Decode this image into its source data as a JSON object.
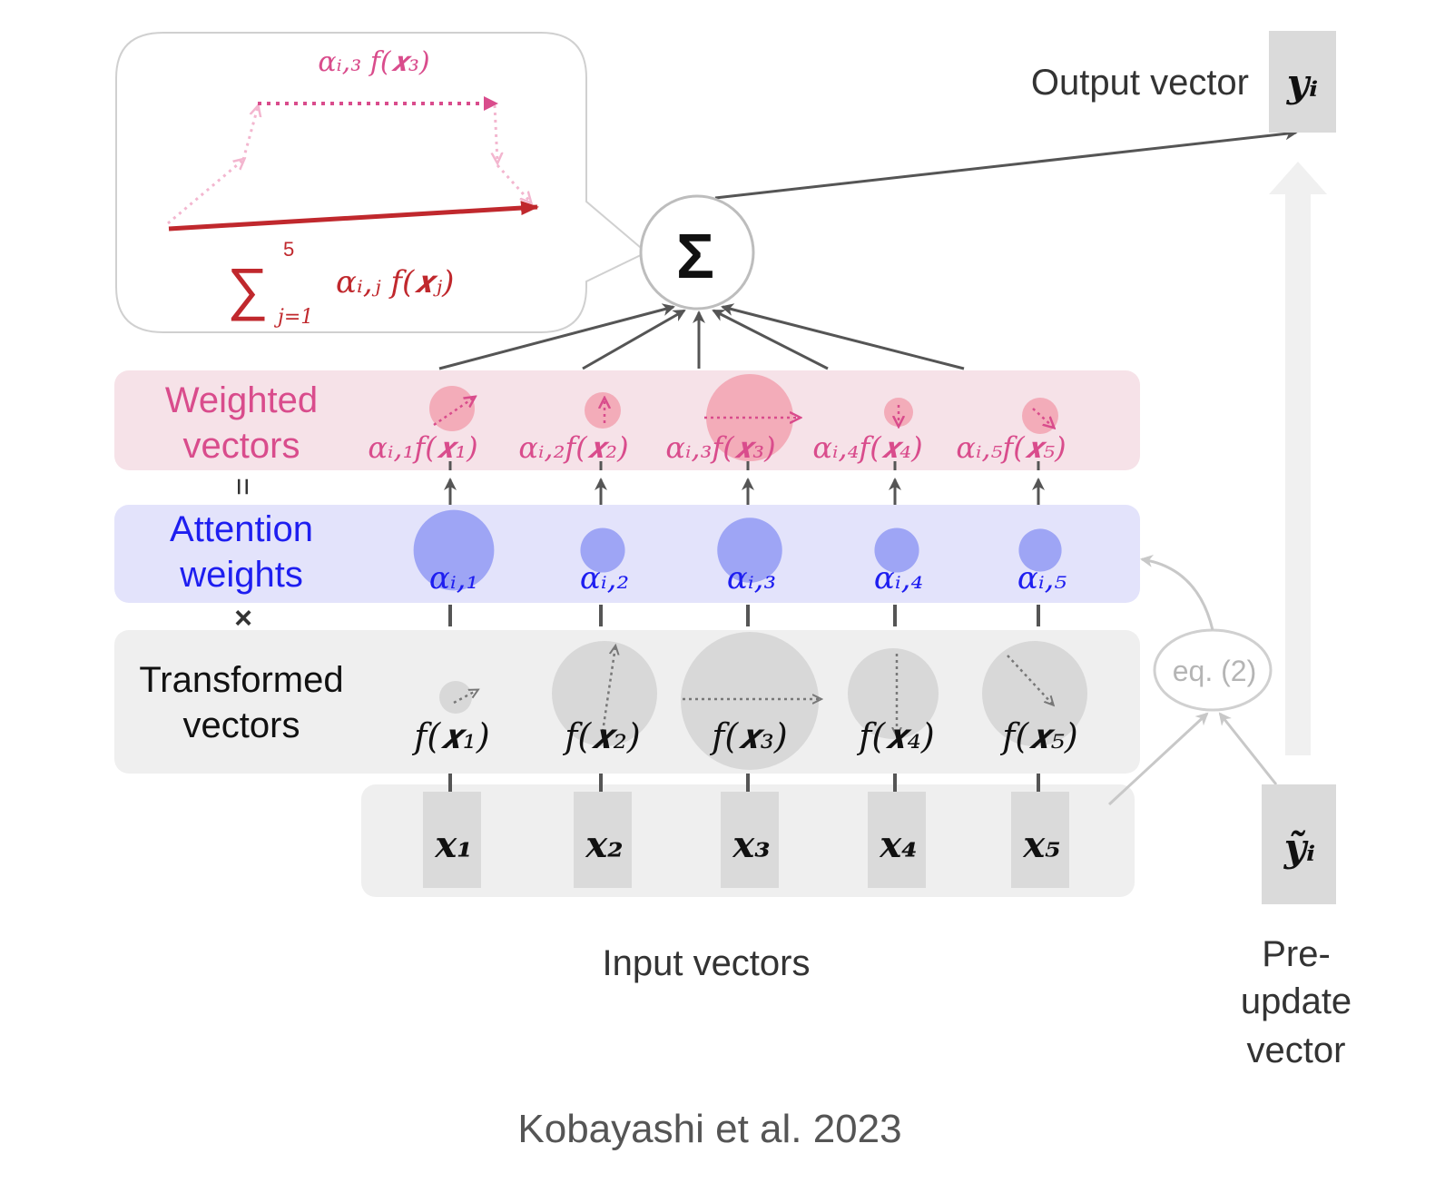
{
  "colors": {
    "pink_text": "#d94c8c",
    "pink_panel": "#f6e2e8",
    "pink_circle": "#f2a2b0",
    "blue_text": "#1e1ef0",
    "blue_panel": "#e3e3fb",
    "blue_circle": "#9ea5f5",
    "gray_panel": "#efefef",
    "gray_box": "#dadada",
    "gray_circle": "#d8d8d8",
    "dark_red": "#c0282d",
    "light_pink_arrow": "#f3b6cf"
  },
  "callout": {
    "top_label": "αᵢ,₃ f(𝒙₃)",
    "sum_symbol": "∑",
    "sum_upper": "5",
    "sum_lower": "j=1",
    "sum_term": "αᵢ,ⱼ f(𝒙ⱼ)"
  },
  "sigma_node": {
    "label": "Σ"
  },
  "output": {
    "label": "Output vector",
    "symbol": "𝒚ᵢ"
  },
  "rows": {
    "weighted": {
      "line1": "Weighted",
      "line2": "vectors"
    },
    "equals": "=",
    "attention": {
      "line1": "Attention",
      "line2": "weights"
    },
    "times": "×",
    "transformed": {
      "line1": "Transformed",
      "line2": "vectors"
    }
  },
  "columns": [
    {
      "weighted": "αᵢ,₁f(𝒙₁)",
      "weight": "αᵢ,₁",
      "transformed": "f(𝒙₁)",
      "input": "𝒙₁",
      "attention_value": 0.95
    },
    {
      "weighted": "αᵢ,₂f(𝒙₂)",
      "weight": "αᵢ,₂",
      "transformed": "f(𝒙₂)",
      "input": "𝒙₂",
      "attention_value": 0.33
    },
    {
      "weighted": "αᵢ,₃f(𝒙₃)",
      "weight": "αᵢ,₃",
      "transformed": "f(𝒙₃)",
      "input": "𝒙₃",
      "attention_value": 0.68
    },
    {
      "weighted": "αᵢ,₄f(𝒙₄)",
      "weight": "αᵢ,₄",
      "transformed": "f(𝒙₄)",
      "input": "𝒙₄",
      "attention_value": 0.33
    },
    {
      "weighted": "αᵢ,₅f(𝒙₅)",
      "weight": "αᵢ,₅",
      "transformed": "f(𝒙₅)",
      "input": "𝒙₅",
      "attention_value": 0.3
    }
  ],
  "eq_node": {
    "label": "eq. (2)"
  },
  "input_label": "Input vectors",
  "pre_update": {
    "symbol": "𝒚̃ᵢ",
    "line1": "Pre-",
    "line2": "update",
    "line3": "vector"
  },
  "citation": "Kobayashi et al. 2023"
}
